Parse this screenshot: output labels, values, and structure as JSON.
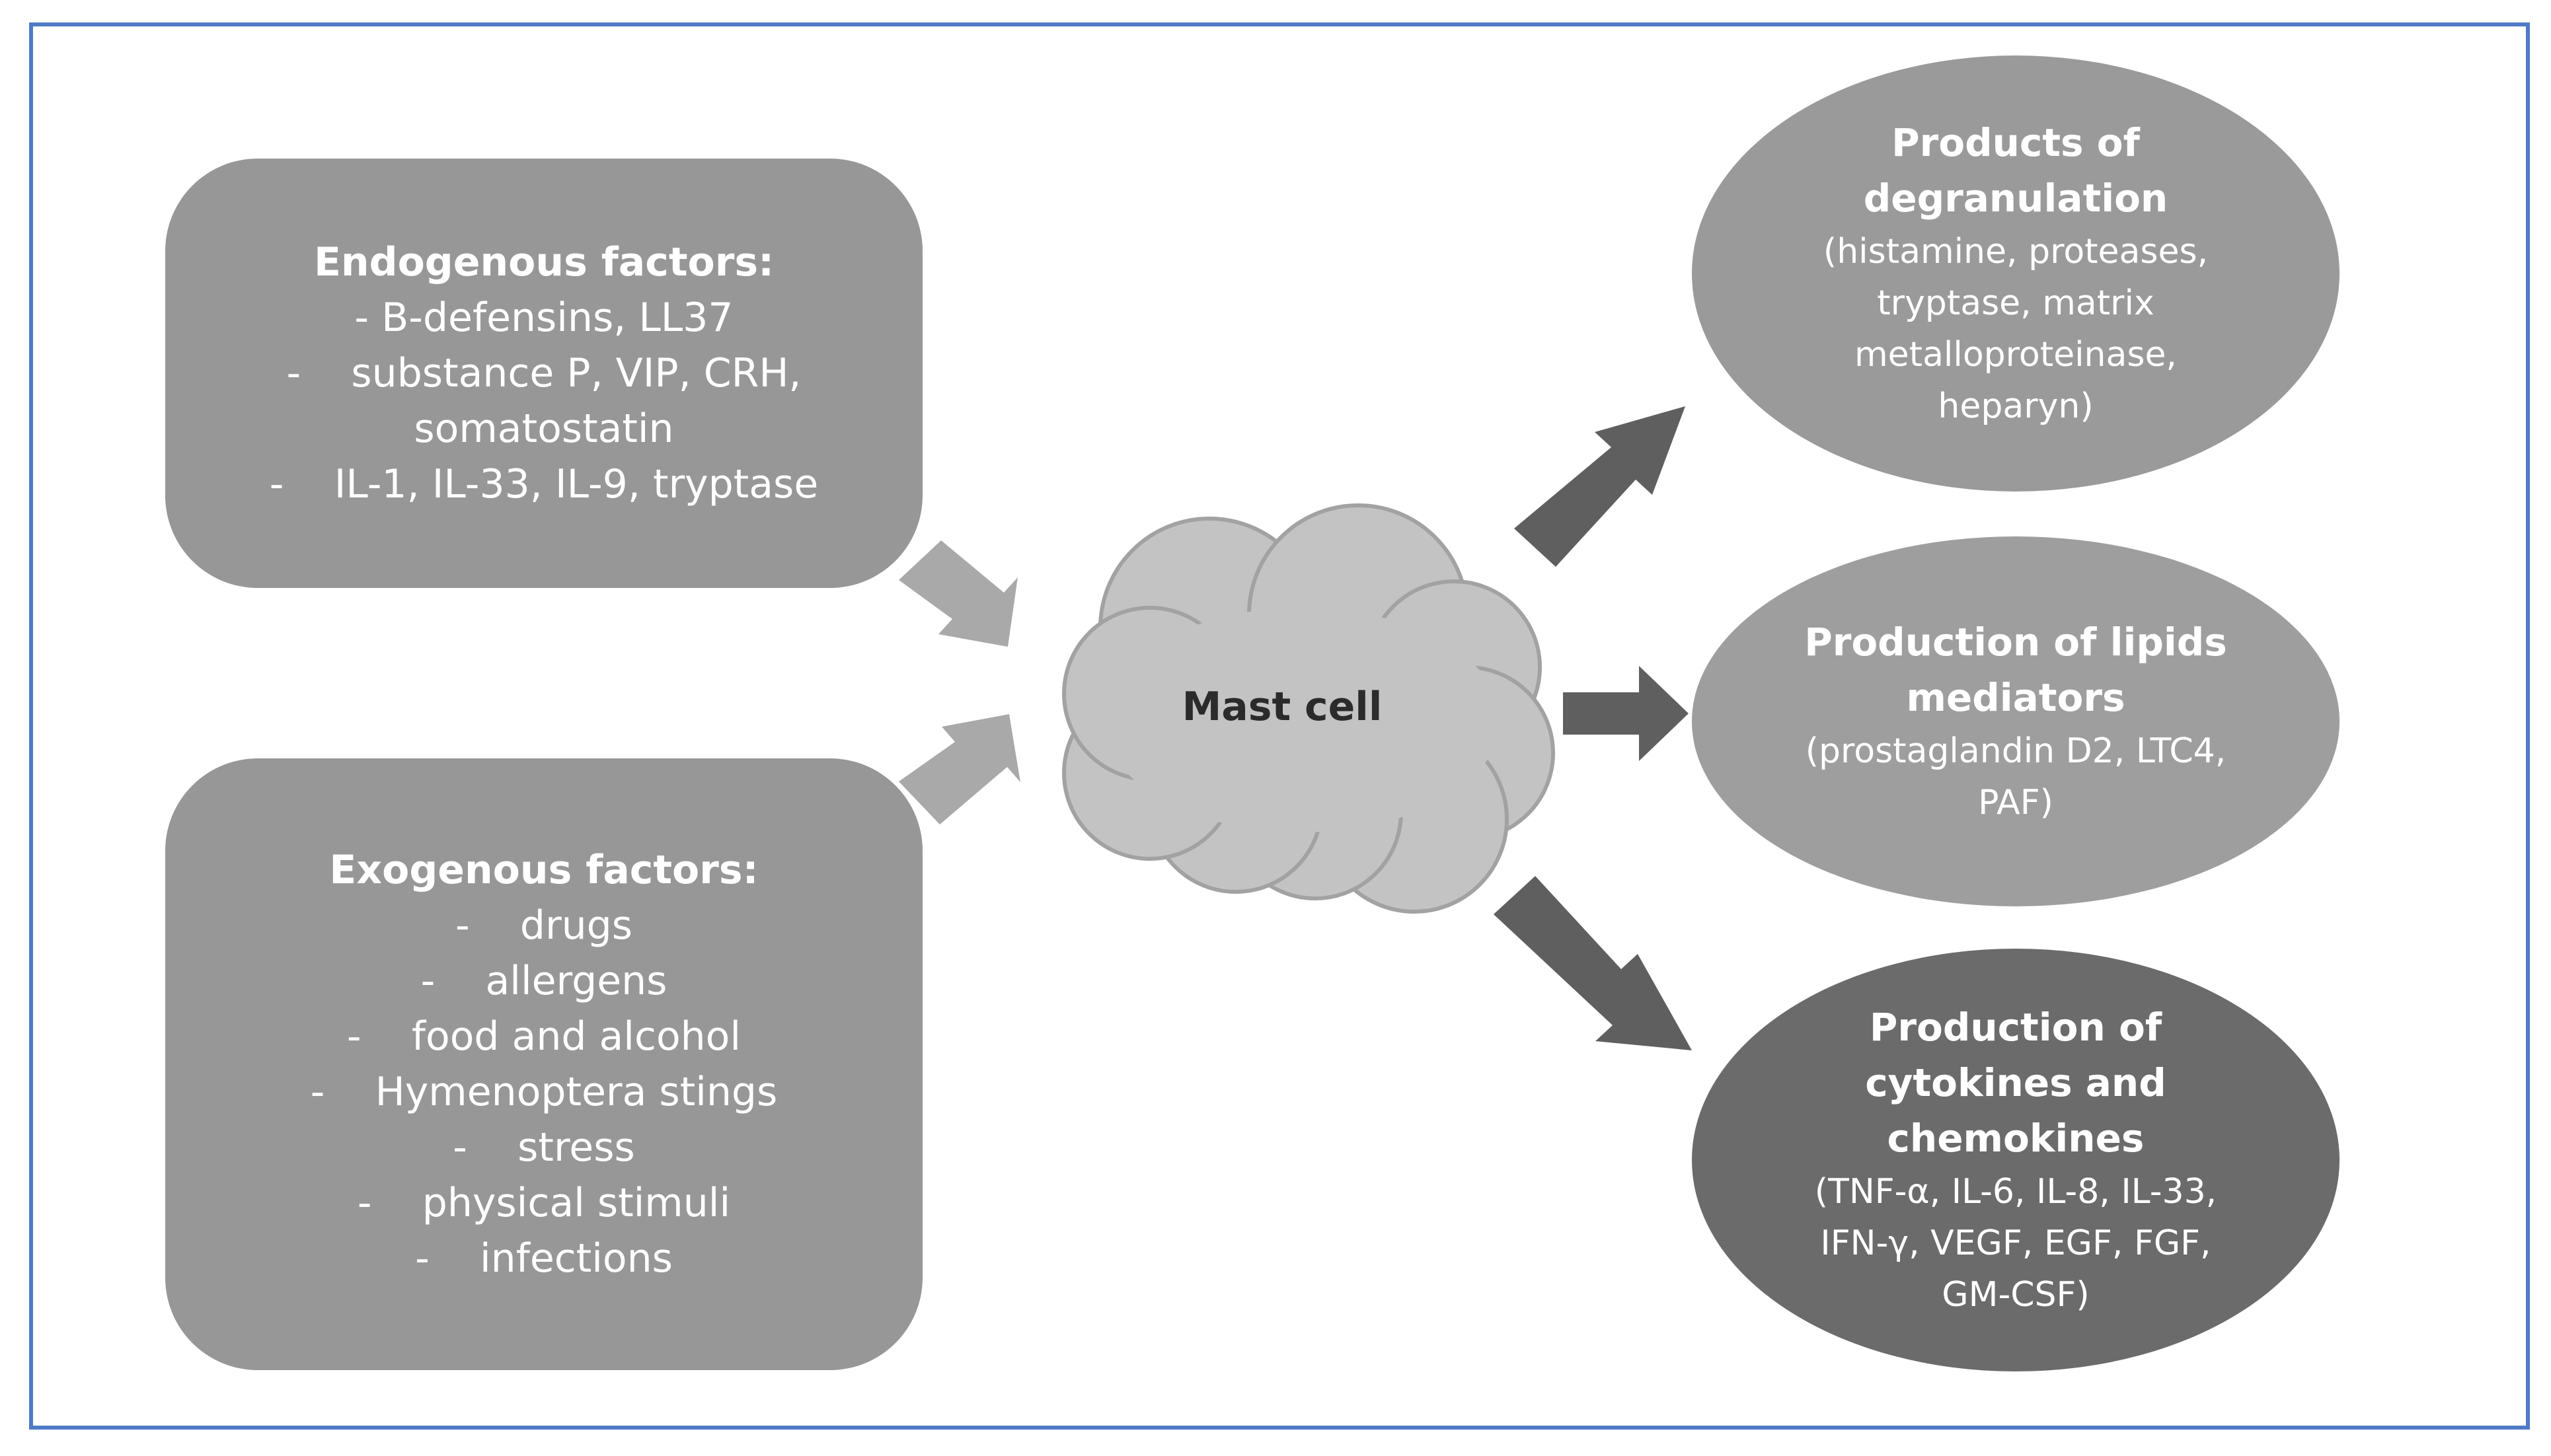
{
  "endogenous": {
    "title": "Endogenous factors:",
    "items": [
      "- B-defensins, LL37",
      "-    substance P, VIP, CRH,",
      "somatostatin",
      "-    IL-1, IL-33, IL-9, tryptase"
    ]
  },
  "exogenous": {
    "title": "Exogenous factors:",
    "items": [
      "-    drugs",
      "-    allergens",
      "-    food and alcohol",
      "-    Hymenoptera stings",
      "-    stress",
      "-    physical stimuli",
      "-    infections"
    ]
  },
  "mast_cell": {
    "label": "Mast cell"
  },
  "outputs": [
    {
      "title": "Products of degranulation",
      "detail": "(histamine, proteases, tryptase, matrix metalloproteinase, heparyn)",
      "fill": "#9a9a9a"
    },
    {
      "title": "Production of lipids mediators",
      "detail": "(prostaglandin D2, LTC4, PAF)",
      "fill": "#9e9e9e"
    },
    {
      "title": "Production of cytokines and chemokines",
      "detail": "(TNF-α, IL-6, IL-8, IL-33, IFN-γ, VEGF, EGF, FGF, GM-CSF)",
      "fill": "#6b6b6b"
    }
  ],
  "colors": {
    "frame_border": "#4f7ac7",
    "factor_box": "#979797",
    "input_arrow": "#a9a9a9",
    "output_arrow": "#5f5f5f",
    "cloud_fill": "#c3c3c3",
    "cloud_stroke": "#a2a2a2"
  }
}
